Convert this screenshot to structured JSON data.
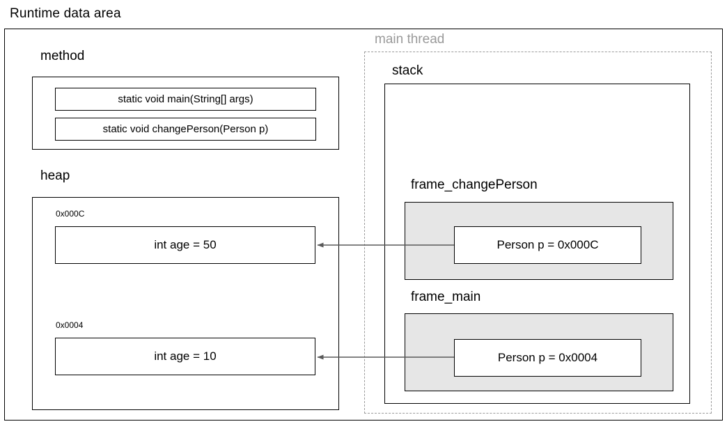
{
  "page": {
    "title": "Runtime data area"
  },
  "method_area": {
    "label": "method",
    "methods": [
      {
        "signature": "static void main(String[] args)"
      },
      {
        "signature": "static void changePerson(Person p)"
      }
    ]
  },
  "heap_area": {
    "label": "heap",
    "objects": [
      {
        "address": "0x000C",
        "field": "int age  =  50"
      },
      {
        "address": "0x0004",
        "field": "int age  =  10"
      }
    ]
  },
  "thread_area": {
    "label": "main thread",
    "label_color": "#9a9a9a",
    "stack": {
      "label": "stack",
      "frames": [
        {
          "name": "frame_changePerson",
          "variable": "Person p  =  0x000C"
        },
        {
          "name": "frame_main",
          "variable": "Person p  =  0x0004"
        }
      ]
    }
  },
  "arrows": [
    {
      "from": "frame_changePerson.variable",
      "to": "heap.0x000C",
      "label": ""
    },
    {
      "from": "frame_main.variable",
      "to": "heap.0x0004",
      "label": ""
    }
  ],
  "colors": {
    "frame_fill": "#e6e6e6",
    "border": "#000000",
    "dashed_border": "#9a9a9a",
    "arrow": "#595959"
  }
}
